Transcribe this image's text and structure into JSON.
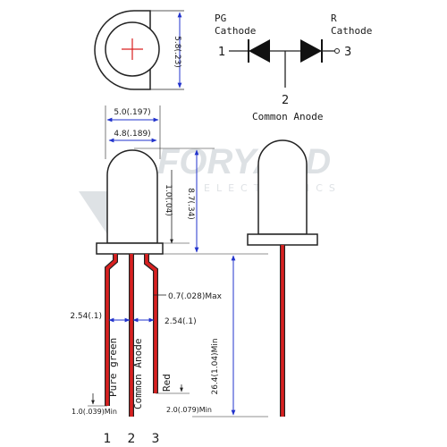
{
  "watermark": {
    "brand": "FORYARD",
    "sub": "ELECTRONICS"
  },
  "dimensions": {
    "top_view_height": "5.8(.23)",
    "lens_width_outer": "5.0(.197)",
    "lens_width_inner": "4.8(.189)",
    "flange_height": "1.0(.04)",
    "body_height": "8.7(.34)",
    "lead_width_max": "0.7(.028)Max",
    "pitch_left": "2.54(.1)",
    "pitch_right": "2.54(.1)",
    "lead_length_min": "26.4(1.04)Min",
    "lead1_stub_min": "1.0(.039)Min",
    "lead3_stub_min": "2.0(.079)Min"
  },
  "lead_labels": {
    "lead1": "Pure green",
    "lead2": "Common Anode",
    "lead3": "Red"
  },
  "bottom_pins": [
    "1",
    "2",
    "3"
  ],
  "schematic": {
    "pg_line1": "PG",
    "pg_line2": "Cathode",
    "r_line1": "R",
    "r_line2": "Cathode",
    "pin1": "1",
    "pin2": "2",
    "pin3": "3",
    "anode_label": "Common Anode"
  },
  "colors": {
    "lead_red": "#d92020",
    "outline": "#222222",
    "dim_blue": "#2233cc"
  }
}
